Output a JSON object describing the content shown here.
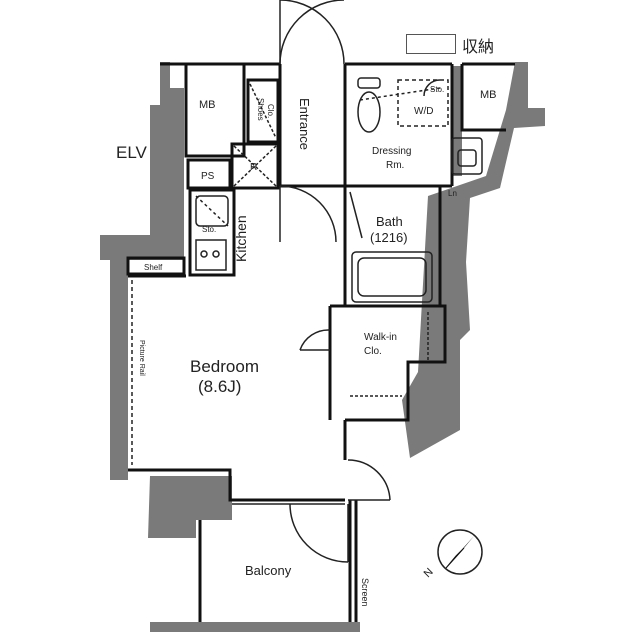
{
  "legend": {
    "label": "収納"
  },
  "rooms": {
    "elv": "ELV",
    "mb_left": "MB",
    "mb_right": "MB",
    "shoes_1": "Shoes",
    "shoes_2": "Clo.",
    "entrance": "Entrance",
    "dressing_1": "Dressing",
    "dressing_2": "Rm.",
    "wd": "W/D",
    "sto_top": "Sto.",
    "ln": "Ln",
    "ps": "PS",
    "r": "R",
    "kitchen": "Kitchen",
    "sto_kitchen": "Sto.",
    "shelf": "Shelf",
    "bath_1": "Bath",
    "bath_2": "(1216)",
    "walkin_1": "Walk-in",
    "walkin_2": "Clo.",
    "picture_rail": "Picture Rail",
    "bedroom_1": "Bedroom",
    "bedroom_2": "(8.6J)",
    "balcony": "Balcony",
    "screen": "Screen"
  },
  "compass": {
    "north": "N"
  }
}
